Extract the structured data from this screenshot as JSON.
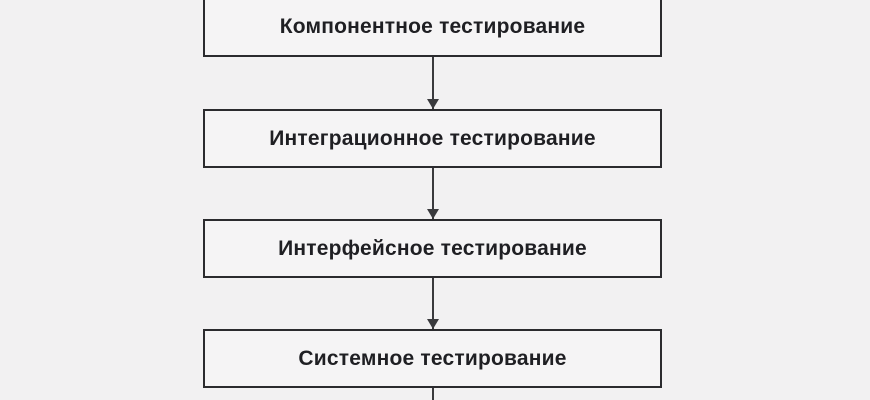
{
  "diagram": {
    "type": "flowchart",
    "direction": "top-down",
    "colors": {
      "background": "#f2f1f2",
      "node_fill": "#f5f4f5",
      "node_border": "#2b2b2e",
      "arrow": "#3a3a3d",
      "text": "#1f1f23"
    },
    "nodes": [
      {
        "id": "component-testing",
        "label": "Компонентное тестирование"
      },
      {
        "id": "integration-testing",
        "label": "Интеграционное тестирование"
      },
      {
        "id": "interface-testing",
        "label": "Интерфейсное тестирование"
      },
      {
        "id": "system-testing",
        "label": "Системное тестирование"
      }
    ],
    "edges": [
      {
        "from": "component-testing",
        "to": "integration-testing",
        "style": "arrow"
      },
      {
        "from": "integration-testing",
        "to": "interface-testing",
        "style": "arrow"
      },
      {
        "from": "interface-testing",
        "to": "system-testing",
        "style": "arrow"
      },
      {
        "from": "system-testing",
        "to": "(continues below, cut off)",
        "style": "line"
      }
    ]
  }
}
